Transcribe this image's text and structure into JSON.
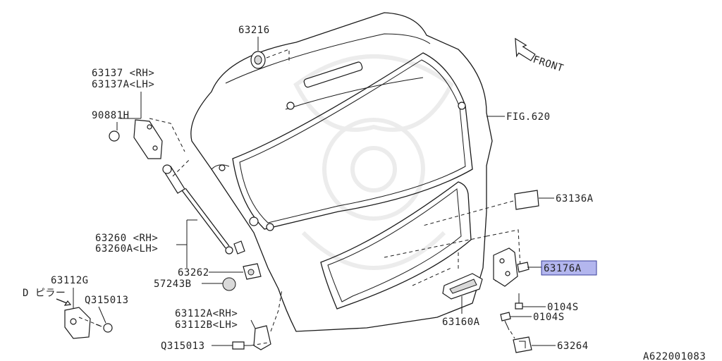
{
  "labels": {
    "p63216": "63216",
    "p63137": "63137 <RH>",
    "p63137a": "63137A<LH>",
    "p90881h": "90881H",
    "fig620": "FIG.620",
    "front": "FRONT",
    "p63136a": "63136A",
    "p63260": "63260 <RH>",
    "p63260a": "63260A<LH>",
    "p63262": "63262",
    "p57243b": "57243B",
    "p63176a": "63176A",
    "p63112g": "63112G",
    "d_pillar": "D ピラー",
    "q315013_top": "Q315013",
    "p0104s_top": "0104S",
    "p0104s_bottom": "0104S",
    "p63112a": "63112A<RH>",
    "p63112b": "63112B<LH>",
    "p63160a": "63160A",
    "q315013_bottom": "Q315013",
    "p63264": "63264",
    "diagram_id": "A622001083"
  },
  "highlight": {
    "part": "63176A",
    "color": "#b3b6ee",
    "border_color": "#3a3f9a"
  },
  "icons": {
    "front_arrow": "front-arrow-icon"
  }
}
